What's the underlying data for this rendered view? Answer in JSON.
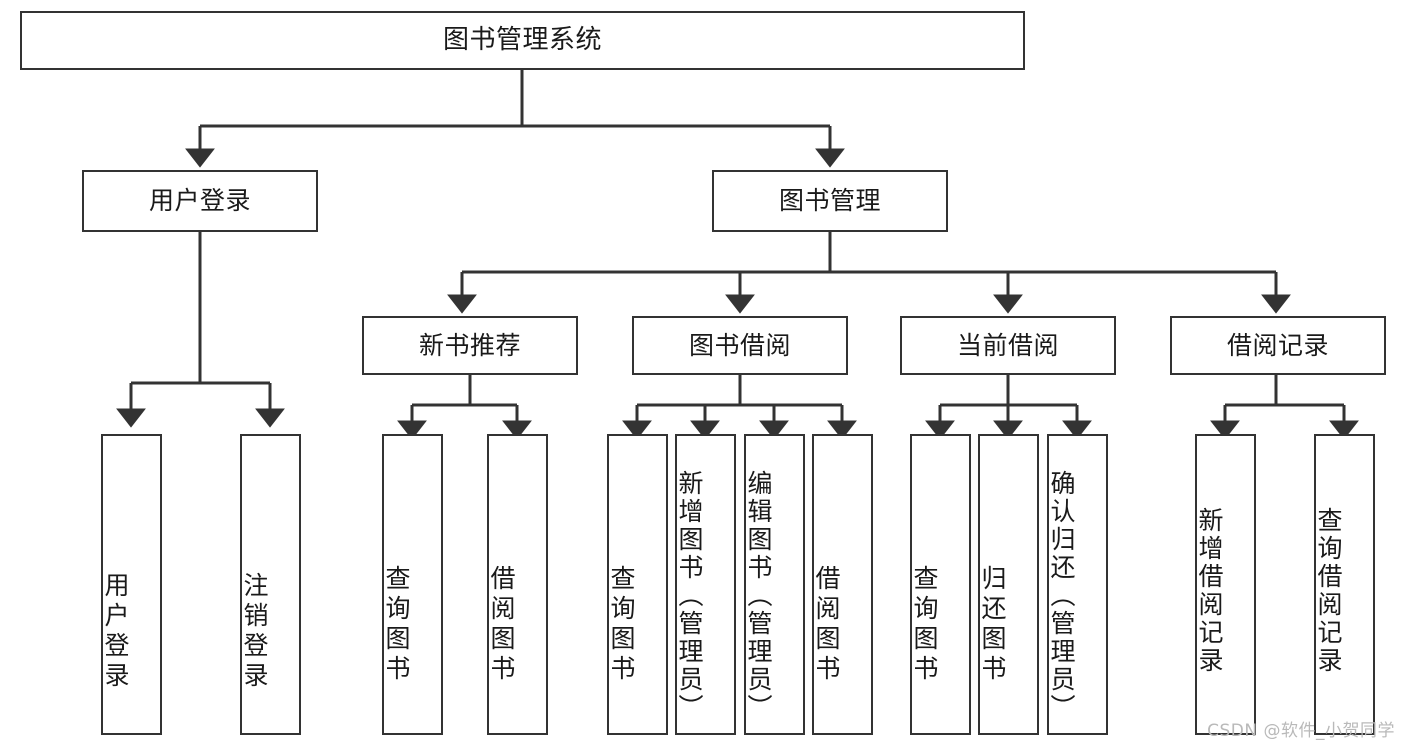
{
  "diagram": {
    "title": "图书管理系统",
    "type": "tree-hierarchy",
    "watermark": "CSDN @软件_小贺同学",
    "colors": {
      "border": "#333333",
      "fill": "#ffffff",
      "edge": "#333333",
      "text": "#1a1a1a",
      "watermark": "#b9b9b9"
    },
    "levels": {
      "root": "图书管理系统",
      "level2": [
        "用户登录",
        "图书管理"
      ],
      "level3": [
        "新书推荐",
        "图书借阅",
        "当前借阅",
        "借阅记录"
      ]
    },
    "nodes": {
      "root": {
        "label": "图书管理系统"
      },
      "user_login": {
        "label": "用户登录"
      },
      "book_manage": {
        "label": "图书管理"
      },
      "new_book_rec": {
        "label": "新书推荐"
      },
      "book_borrow": {
        "label": "图书借阅"
      },
      "current_borrow": {
        "label": "当前借阅"
      },
      "borrow_record": {
        "label": "借阅记录"
      },
      "leaf_user_login": {
        "label": "用户登录"
      },
      "leaf_user_logout": {
        "label": "注销登录"
      },
      "leaf_query_book_1": {
        "label": "查询图书"
      },
      "leaf_borrow_book_1": {
        "label": "借阅图书"
      },
      "leaf_query_book_2": {
        "label": "查询图书"
      },
      "leaf_add_book_admin": {
        "label": "新增图书（管理员）"
      },
      "leaf_edit_book_admin": {
        "label": "编辑图书（管理员）"
      },
      "leaf_borrow_book_2": {
        "label": "借阅图书"
      },
      "leaf_query_book_3": {
        "label": "查询图书"
      },
      "leaf_return_book": {
        "label": "归还图书"
      },
      "leaf_confirm_return_admin": {
        "label": "确认归还（管理员）"
      },
      "leaf_add_record": {
        "label": "新增借阅记录"
      },
      "leaf_query_record": {
        "label": "查询借阅记录"
      }
    },
    "edges": [
      {
        "from": "root",
        "to": "user_login"
      },
      {
        "from": "root",
        "to": "book_manage"
      },
      {
        "from": "book_manage",
        "to": "new_book_rec"
      },
      {
        "from": "book_manage",
        "to": "book_borrow"
      },
      {
        "from": "book_manage",
        "to": "current_borrow"
      },
      {
        "from": "book_manage",
        "to": "borrow_record"
      },
      {
        "from": "user_login",
        "to": "leaf_user_login"
      },
      {
        "from": "user_login",
        "to": "leaf_user_logout"
      },
      {
        "from": "new_book_rec",
        "to": "leaf_query_book_1"
      },
      {
        "from": "new_book_rec",
        "to": "leaf_borrow_book_1"
      },
      {
        "from": "book_borrow",
        "to": "leaf_query_book_2"
      },
      {
        "from": "book_borrow",
        "to": "leaf_add_book_admin"
      },
      {
        "from": "book_borrow",
        "to": "leaf_edit_book_admin"
      },
      {
        "from": "book_borrow",
        "to": "leaf_borrow_book_2"
      },
      {
        "from": "current_borrow",
        "to": "leaf_query_book_3"
      },
      {
        "from": "current_borrow",
        "to": "leaf_return_book"
      },
      {
        "from": "current_borrow",
        "to": "leaf_confirm_return_admin"
      },
      {
        "from": "borrow_record",
        "to": "leaf_add_record"
      },
      {
        "from": "borrow_record",
        "to": "leaf_query_record"
      }
    ]
  }
}
